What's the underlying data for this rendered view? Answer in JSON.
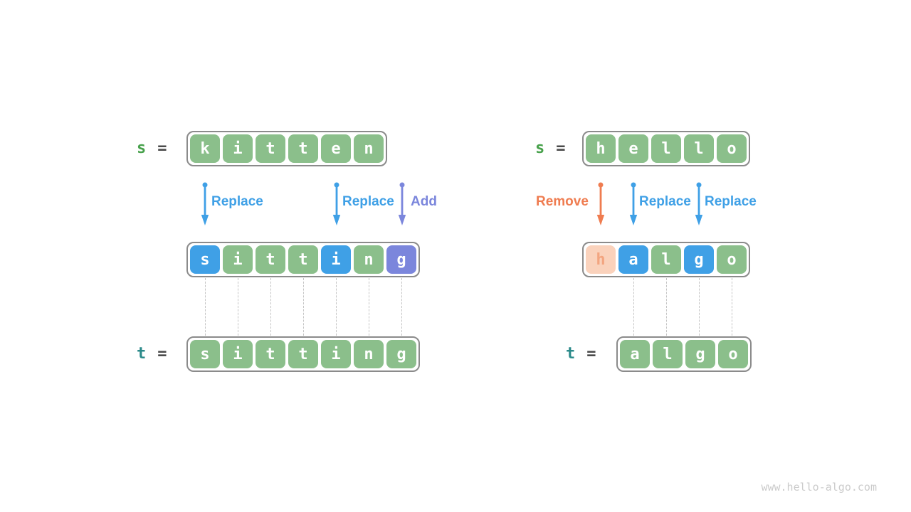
{
  "watermark": "www.hello-algo.com",
  "colors": {
    "cell_green": "#8BBF8B",
    "cell_blue": "#3FA0E6",
    "cell_purple": "#7B86DC",
    "cell_peach_bg": "#FAD2BC",
    "cell_peach_text": "#F3A580",
    "cell_text": "#FFFFFF",
    "label_s": "#47A14B",
    "label_t": "#2B8A8A",
    "equals": "#4A4A4A",
    "arrow_blue": "#3FA0E6",
    "arrow_purple": "#7B86DC",
    "arrow_orange": "#EF7C50",
    "box_border": "#8B8B8B",
    "connector": "#C4C4C4",
    "watermark": "#CBCBCB"
  },
  "left": {
    "var_s": {
      "name": "s",
      "eq": "="
    },
    "s_word": [
      "k",
      "i",
      "t",
      "t",
      "e",
      "n"
    ],
    "operations": [
      {
        "label": "Replace",
        "type": "replace"
      },
      {
        "label": "Replace",
        "type": "replace"
      },
      {
        "label": "Add",
        "type": "add"
      }
    ],
    "mid_word": [
      {
        "ch": "s",
        "highlight": "blue"
      },
      {
        "ch": "i",
        "highlight": "green"
      },
      {
        "ch": "t",
        "highlight": "green"
      },
      {
        "ch": "t",
        "highlight": "green"
      },
      {
        "ch": "i",
        "highlight": "blue"
      },
      {
        "ch": "n",
        "highlight": "green"
      },
      {
        "ch": "g",
        "highlight": "purple"
      }
    ],
    "var_t": {
      "name": "t",
      "eq": "="
    },
    "t_word": [
      "s",
      "i",
      "t",
      "t",
      "i",
      "n",
      "g"
    ]
  },
  "right": {
    "var_s": {
      "name": "s",
      "eq": "="
    },
    "s_word": [
      "h",
      "e",
      "l",
      "l",
      "o"
    ],
    "operations": [
      {
        "label": "Remove",
        "type": "remove"
      },
      {
        "label": "Replace",
        "type": "replace"
      },
      {
        "label": "Replace",
        "type": "replace"
      }
    ],
    "mid_word": [
      {
        "ch": "h",
        "highlight": "peach"
      },
      {
        "ch": "a",
        "highlight": "blue"
      },
      {
        "ch": "l",
        "highlight": "green"
      },
      {
        "ch": "g",
        "highlight": "blue"
      },
      {
        "ch": "o",
        "highlight": "green"
      }
    ],
    "var_t": {
      "name": "t",
      "eq": "="
    },
    "t_word": [
      "a",
      "l",
      "g",
      "o"
    ]
  }
}
